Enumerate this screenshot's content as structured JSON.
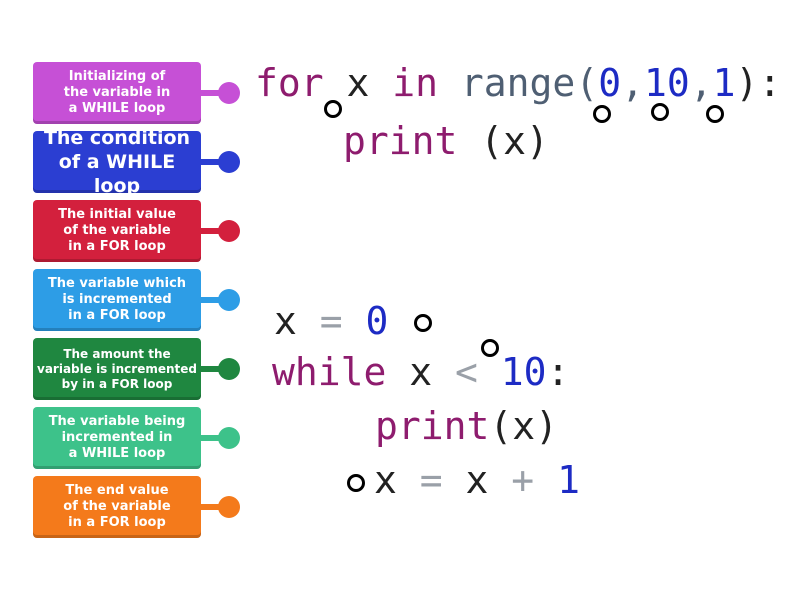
{
  "labels": [
    {
      "text": "Initializing of\nthe variable in\na WHILE loop",
      "color": "#c650d6"
    },
    {
      "text": "The condition\nof a WHILE loop",
      "color": "#2b3ed2"
    },
    {
      "text": "The initial value\nof the variable\nin a FOR loop",
      "color": "#d3203d"
    },
    {
      "text": "The variable which\nis incremented\nin a FOR loop",
      "color": "#2d9de6"
    },
    {
      "text": "The amount the\nvariable is incremented\nby in a FOR loop",
      "color": "#1f8740"
    },
    {
      "text": "The variable being\nincremented in\na WHILE loop",
      "color": "#3dc28a"
    },
    {
      "text": "The end value\nof the variable\nin a FOR loop",
      "color": "#f47a1b"
    }
  ],
  "code": {
    "for_kw": "for",
    "for_var": " x ",
    "in_kw": "in",
    "range_fn": " range(",
    "start": "0",
    "comma1": ",",
    "end": "10",
    "comma2": ",",
    "step": "1",
    "close": "):",
    "print1_kw": "print",
    "print1_args": " (x)",
    "w_x": "x",
    "w_eq": " = ",
    "w_init": "0",
    "while_kw": "while",
    "while_x": " x ",
    "lt": "<",
    "limit": " 10",
    "colon": ":",
    "print2_kw": "print",
    "print2_args": "(x)",
    "inc_x": "x",
    "inc_eq": " = ",
    "inc_x2": "x",
    "inc_plus": " + ",
    "inc_one": "1"
  }
}
